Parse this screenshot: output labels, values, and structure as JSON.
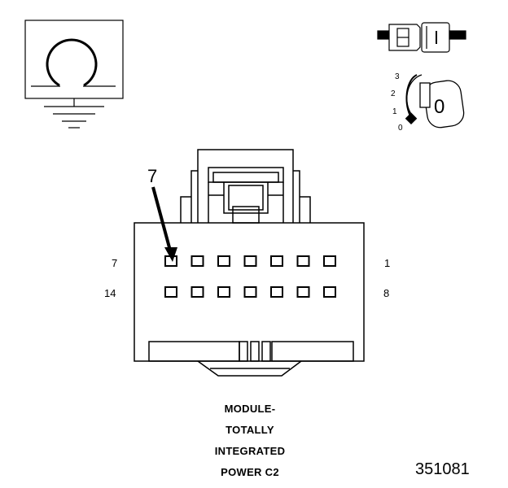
{
  "connector": {
    "callout_pin": "7",
    "row_top": {
      "left_label": "7",
      "right_label": "1"
    },
    "row_bottom": {
      "left_label": "14",
      "right_label": "8"
    },
    "pins_per_row": 7
  },
  "ignition_key": {
    "positions": [
      "3",
      "2",
      "1",
      "0"
    ],
    "key_mark": "0"
  },
  "caption": {
    "line1": "MODULE-",
    "line2": "TOTALLY",
    "line3": "INTEGRATED",
    "line4": "POWER C2"
  },
  "figure_number": "351081",
  "icons": [
    "ground-symbol-icon",
    "connector-plug-icon",
    "ignition-key-icon",
    "pointer-arrow-icon"
  ]
}
